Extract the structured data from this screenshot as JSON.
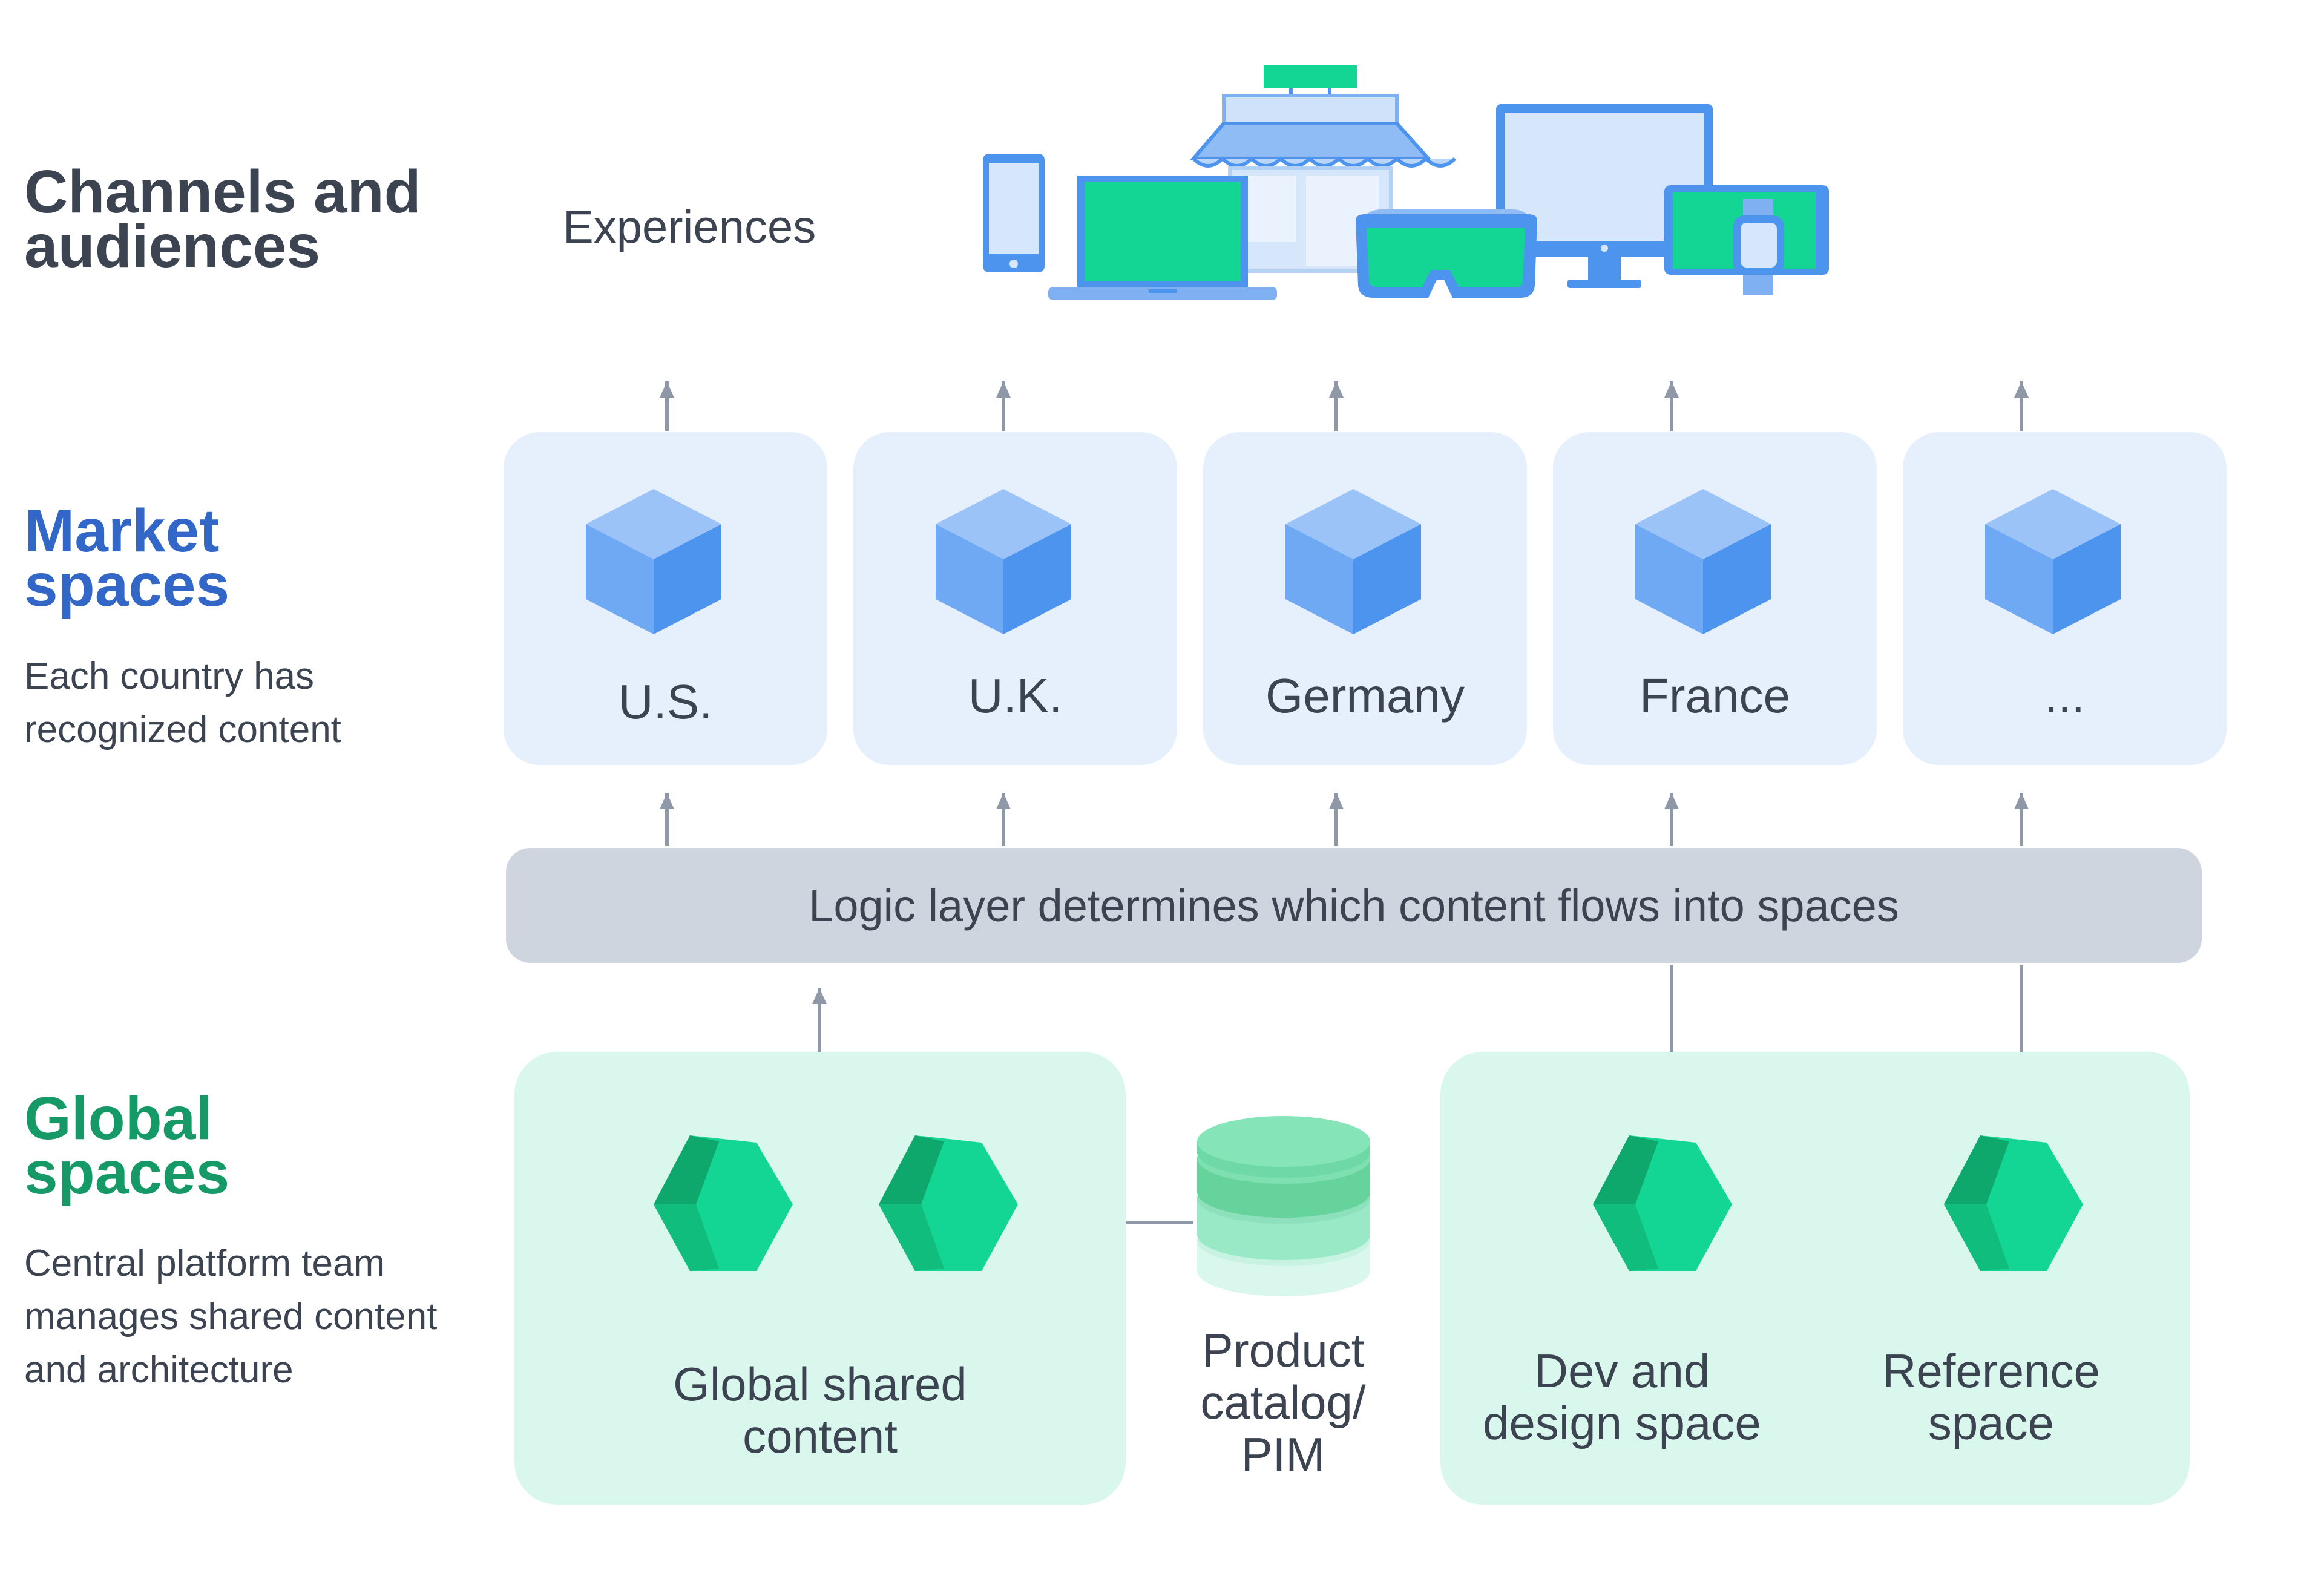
{
  "sections": {
    "channels": {
      "title_line1": "Channels and",
      "title_line2": "audiences",
      "color": "#3d4451"
    },
    "market": {
      "title_line1": "Market",
      "title_line2": "spaces",
      "desc_line1": "Each country has",
      "desc_line2": "recognized content",
      "color": "#3367c7"
    },
    "global": {
      "title_line1": "Global",
      "title_line2": "spaces",
      "desc_line1": "Central platform team",
      "desc_line2": "manages shared content",
      "desc_line3": "and architecture",
      "color": "#159a67"
    }
  },
  "experiences_label": "Experiences",
  "experience_icons": [
    "phone-icon",
    "laptop-icon",
    "storefront-icon",
    "vr-headset-icon",
    "monitor-icon",
    "tablet-icon",
    "smartwatch-icon"
  ],
  "market_spaces": [
    "U.S.",
    "U.K.",
    "Germany",
    "France",
    "..."
  ],
  "logic_layer": "Logic layer determines which content flows into spaces",
  "global_shared": {
    "line1": "Global shared",
    "line2": "content"
  },
  "product_catalog": {
    "line1": "Product",
    "line2": "catalog/",
    "line3": "PIM"
  },
  "dev_space": {
    "line1": "Dev and",
    "line2": "design space"
  },
  "reference_space": {
    "line1": "Reference",
    "line2": "space"
  },
  "colors": {
    "text": "#3d4451",
    "market_card_bg": "#e6f0fc",
    "logic_bar_bg": "#cfd5de",
    "global_card_bg": "#d9f7ec",
    "cube_blue": "#4d94ef",
    "hex_green": "#14d694",
    "arrow": "#8f98a6"
  }
}
